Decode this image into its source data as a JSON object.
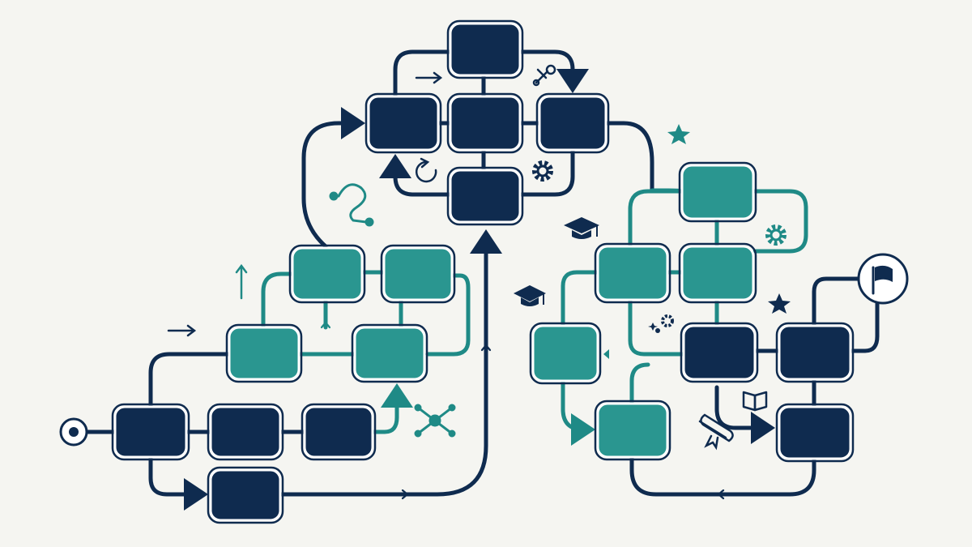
{
  "diagram": {
    "colors": {
      "background": "#f5f5f1",
      "navy": "#0f2b4f",
      "teal": "#2a9690",
      "teal_line": "#1f8a86"
    },
    "nodes": [
      {
        "id": "n1",
        "color": "navy",
        "group": "start"
      },
      {
        "id": "n2",
        "color": "navy",
        "group": "start"
      },
      {
        "id": "n3",
        "color": "navy",
        "group": "start"
      },
      {
        "id": "n4",
        "color": "navy",
        "group": "start"
      },
      {
        "id": "n5",
        "color": "teal",
        "group": "left-cluster"
      },
      {
        "id": "n6",
        "color": "teal",
        "group": "left-cluster"
      },
      {
        "id": "n7",
        "color": "teal",
        "group": "left-cluster"
      },
      {
        "id": "n8",
        "color": "teal",
        "group": "left-cluster"
      },
      {
        "id": "n9",
        "color": "navy",
        "group": "hub"
      },
      {
        "id": "n10",
        "color": "navy",
        "group": "hub"
      },
      {
        "id": "n11",
        "color": "navy",
        "group": "hub"
      },
      {
        "id": "n12",
        "color": "navy",
        "group": "hub"
      },
      {
        "id": "n13",
        "color": "navy",
        "group": "hub"
      },
      {
        "id": "n14",
        "color": "teal",
        "group": "right-cluster"
      },
      {
        "id": "n15",
        "color": "teal",
        "group": "right-cluster"
      },
      {
        "id": "n16",
        "color": "teal",
        "group": "right-cluster"
      },
      {
        "id": "n17",
        "color": "teal",
        "group": "right-cluster"
      },
      {
        "id": "n18",
        "color": "teal",
        "group": "right-cluster"
      },
      {
        "id": "n19",
        "color": "navy",
        "group": "end"
      },
      {
        "id": "n20",
        "color": "navy",
        "group": "end"
      },
      {
        "id": "n21",
        "color": "navy",
        "group": "end"
      }
    ],
    "icons": [
      "start-node-icon",
      "finish-flag-icon",
      "arrow-up-icon",
      "arrow-right-icon",
      "path-curve-icon",
      "network-hub-icon",
      "refresh-icon",
      "gear-icon",
      "tools-icon",
      "star-icon",
      "graduation-cap-icon",
      "open-book-icon",
      "diploma-scroll-icon",
      "sparkle-gears-icon"
    ]
  }
}
